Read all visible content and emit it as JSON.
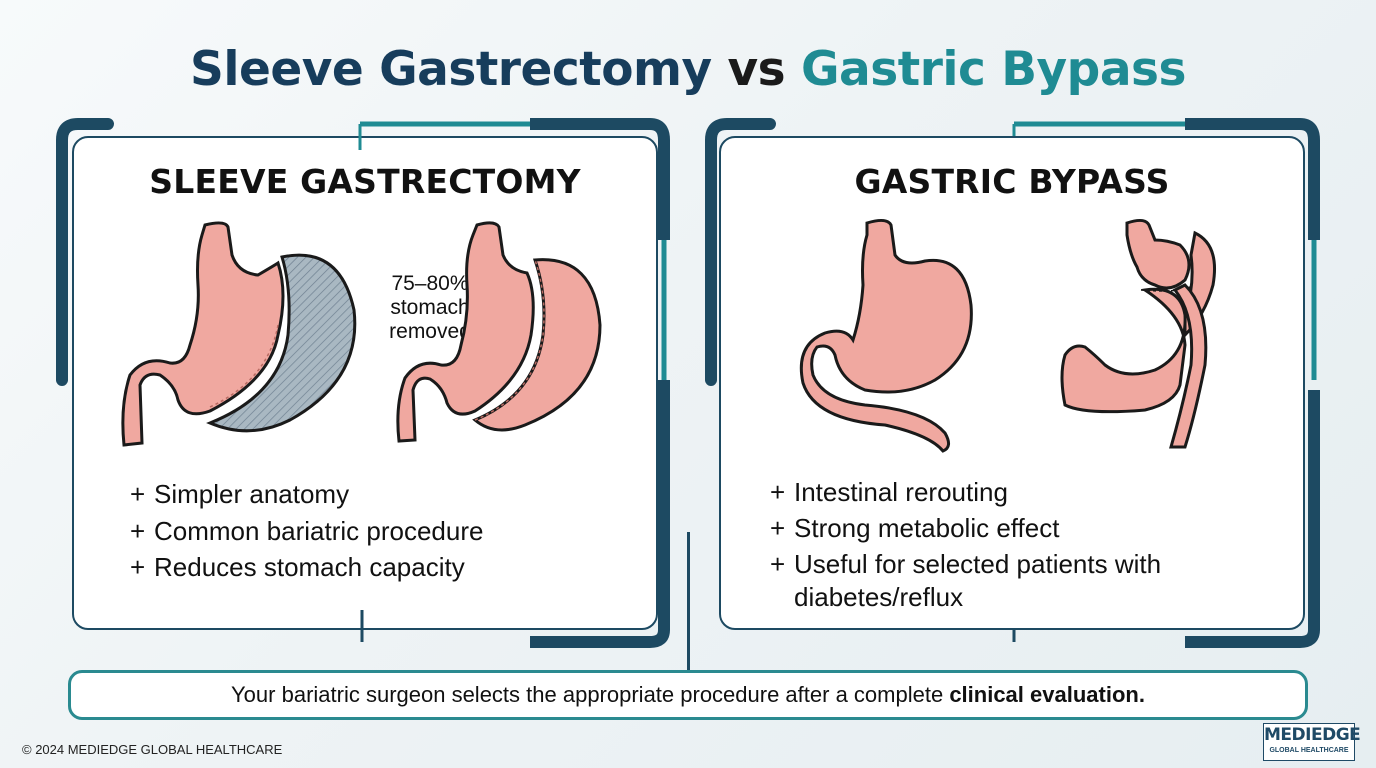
{
  "title": {
    "part1": "Sleeve Gastrectomy",
    "connector": "vs",
    "part2": "Gastric Bypass"
  },
  "colors": {
    "navy": "#173d5c",
    "teal": "#1f8b93",
    "stomach_fill": "#f0a8a0",
    "removed_fill": "#a9b8c2"
  },
  "left_panel": {
    "heading": "SLEEVE GASTRECTOMY",
    "annotation": [
      "75–80%",
      "stomach",
      "removed"
    ],
    "bullets": [
      "Simpler anatomy",
      "Common bariatric procedure",
      "Reduces stomach capacity"
    ]
  },
  "right_panel": {
    "heading": "GASTRIC BYPASS",
    "bullets": [
      "Intestinal rerouting",
      "Strong metabolic effect",
      "Useful for selected patients with diabetes/reflux"
    ]
  },
  "banner": {
    "text": "Your bariatric surgeon selects the appropriate procedure after a complete",
    "emphasis": "clinical evaluation."
  },
  "footer": {
    "copyright": "© 2024 MEDIEDGE GLOBAL HEALTHCARE"
  },
  "logo": {
    "name": "MEDIEDGE",
    "tagline": "GLOBAL HEALTHCARE"
  },
  "icons": [
    "stomach-illustration",
    "sleeve-illustration",
    "removed-stomach-portion",
    "bypass-illustration"
  ]
}
